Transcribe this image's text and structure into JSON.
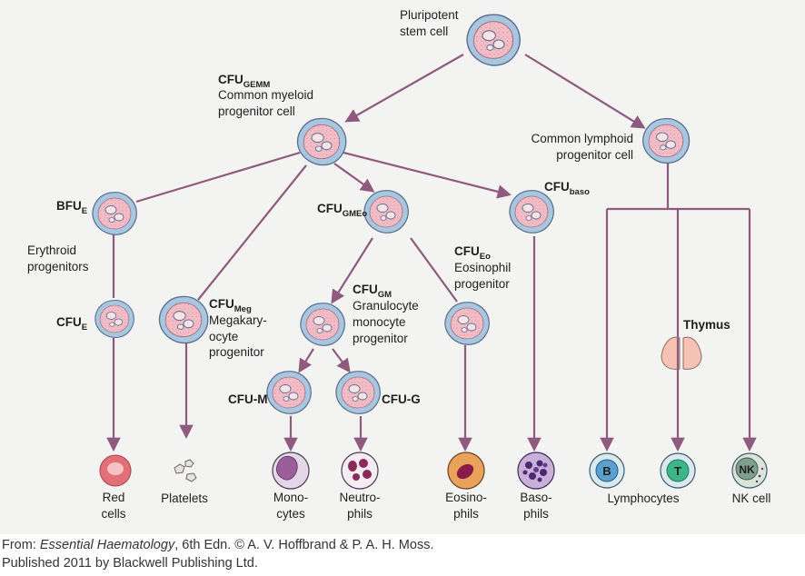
{
  "labels": {
    "stem": [
      "Pluripotent",
      "stem cell"
    ],
    "gemm_main": "CFU",
    "gemm_sub": "GEMM",
    "gemm_desc": [
      "Common myeloid",
      "progenitor cell"
    ],
    "lymphoid": [
      "Common lymphoid",
      "progenitor cell"
    ],
    "bfue_main": "BFU",
    "bfue_sub": "E",
    "erythroid": [
      "Erythroid",
      "progenitors"
    ],
    "cfue_main": "CFU",
    "cfue_sub": "E",
    "meg_main": "CFU",
    "meg_sub": "Meg",
    "meg_desc": [
      "Megakary-",
      "ocyte",
      "progenitor"
    ],
    "gmeo_main": "CFU",
    "gmeo_sub": "GMEo",
    "baso_main": "CFU",
    "baso_sub": "baso",
    "eo_main": "CFU",
    "eo_sub": "Eo",
    "eo_desc": [
      "Eosinophil",
      "progenitor"
    ],
    "gm_main": "CFU",
    "gm_sub": "GM",
    "gm_desc": [
      "Granulocyte",
      "monocyte",
      "progenitor"
    ],
    "cfum": "CFU-M",
    "cfug": "CFU-G",
    "thymus": "Thymus"
  },
  "products": {
    "red": [
      "Red",
      "cells"
    ],
    "platelets": "Platelets",
    "mono": [
      "Mono-",
      "cytes"
    ],
    "neutro": [
      "Neutro-",
      "phils"
    ],
    "eosino": [
      "Eosino-",
      "phils"
    ],
    "baso": [
      "Baso-",
      "phils"
    ],
    "lymphocytes": "Lymphocytes",
    "nk": "NK cell"
  },
  "cell_letters": {
    "b": "B",
    "t": "T",
    "nk": "NK"
  },
  "credit": {
    "prefix": "From: ",
    "book": "Essential Haematology",
    "rest": ", 6th Edn. © A. V. Hoffbrand & P. A. H. Moss.",
    "line2": "Published 2011 by Blackwell Publishing Ltd."
  },
  "colors": {
    "arrow": "#8e5a7e",
    "cell_outer": "#a9c6e0",
    "cell_inner": "#f0bcc4",
    "nucleus": "#f6dde0",
    "background": "#f3f3f2"
  }
}
